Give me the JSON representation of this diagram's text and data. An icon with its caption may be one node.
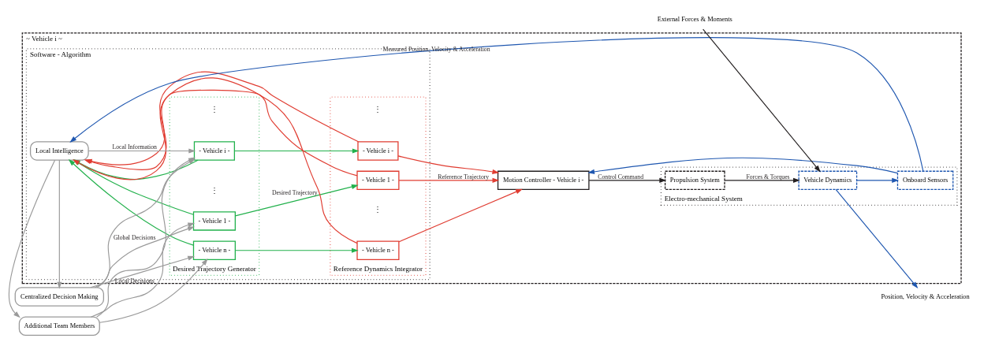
{
  "diagram": {
    "nodes": [
      {
        "text": [
          "~ Vehicle i ~"
        ]
      },
      {
        "text": [
          "Software - Algorithm"
        ],
        "in": 0
      },
      {
        "text": [
          "Desired Trajectory Generator"
        ],
        "in": 1
      },
      {
        "text": [
          "- Vehicle 1 -"
        ],
        "in": 2
      },
      {
        "text": [
          "- Vehicle i -"
        ],
        "in": 2
      },
      {
        "text": [
          "- Vehicle n -"
        ],
        "in": 2
      },
      {
        "text": [
          "Reference Dynamics Integrator"
        ],
        "in": 1
      },
      {
        "text": [
          "- Vehicle 1 -"
        ],
        "in": 6
      },
      {
        "text": [
          "- Vehicle i -"
        ],
        "in": 6
      },
      {
        "text": [
          "- Vehicle n -"
        ],
        "in": 6
      },
      {
        "text": [
          "Local Intelligence"
        ],
        "in": 1
      },
      {
        "text": [
          "Motion Controller - Vehicle i -"
        ],
        "in": 0
      },
      {
        "text": [
          "Electro-mechanical System"
        ],
        "in": 0
      },
      {
        "text": [
          "Propulsion System"
        ],
        "in": 12
      },
      {
        "text": [
          "Vehicle Dynamics"
        ],
        "in": 12
      },
      {
        "text": [
          "Onboard Sensors"
        ],
        "in": 12
      },
      {
        "text": [
          "Centralized Decision Making"
        ]
      },
      {
        "text": [
          "Additional Team Members"
        ]
      },
      {
        "text": [
          "External Forces & Moments"
        ]
      },
      {
        "text": [
          "Position, Velocity & Acceleration"
        ]
      }
    ],
    "edges": [
      {
        "from": 16,
        "to": 3,
        "arrow": "to",
        "label": "Global Decisions",
        "color": "#999999"
      },
      {
        "from": 16,
        "to": 4,
        "arrow": "to",
        "color": "#999999"
      },
      {
        "from": 16,
        "to": 5,
        "arrow": "to",
        "color": "#999999"
      },
      {
        "from": 17,
        "to": 3,
        "arrow": "to",
        "label": "Local Decisions",
        "color": "#999999"
      },
      {
        "from": 17,
        "to": 4,
        "arrow": "to",
        "color": "#999999"
      },
      {
        "from": 17,
        "to": 5,
        "arrow": "to",
        "color": "#999999"
      },
      {
        "from": 10,
        "to": 4,
        "arrow": "to",
        "label": "Local Information",
        "color": "#999999"
      },
      {
        "from": 10,
        "to": 16,
        "arrow": "to",
        "color": "#999999"
      },
      {
        "from": 10,
        "to": 17,
        "arrow": "to",
        "color": "#999999"
      },
      {
        "from": 3,
        "to": 7,
        "arrow": "to",
        "label": "Desired Trajectory",
        "color": "#22b14c"
      },
      {
        "from": 4,
        "to": 8,
        "arrow": "to",
        "color": "#22b14c"
      },
      {
        "from": 5,
        "to": 9,
        "arrow": "to",
        "color": "#22b14c"
      },
      {
        "from": 3,
        "to": 10,
        "arrow": "to",
        "color": "#22b14c"
      },
      {
        "from": 4,
        "to": 10,
        "arrow": "to",
        "color": "#22b14c"
      },
      {
        "from": 5,
        "to": 10,
        "arrow": "to",
        "color": "#22b14c"
      },
      {
        "from": 7,
        "to": 11,
        "arrow": "to",
        "label": "Reference Trajectory",
        "color": "#e03c31"
      },
      {
        "from": 8,
        "to": 11,
        "arrow": "to",
        "color": "#e03c31"
      },
      {
        "from": 9,
        "to": 11,
        "arrow": "to",
        "color": "#e03c31"
      },
      {
        "from": 7,
        "to": 10,
        "arrow": "to",
        "color": "#e03c31"
      },
      {
        "from": 8,
        "to": 10,
        "arrow": "to",
        "color": "#e03c31"
      },
      {
        "from": 9,
        "to": 10,
        "arrow": "to",
        "color": "#e03c31"
      },
      {
        "from": 11,
        "to": 13,
        "arrow": "to",
        "label": "Control Command",
        "color": "#231f20"
      },
      {
        "from": 13,
        "to": 14,
        "arrow": "to",
        "label": "Forces & Torques",
        "color": "#231f20"
      },
      {
        "from": 18,
        "to": 14,
        "arrow": "to",
        "color": "#231f20"
      },
      {
        "from": 14,
        "to": 19,
        "arrow": "to",
        "color": "#1f57b0"
      },
      {
        "from": 14,
        "to": 15,
        "arrow": "to",
        "color": "#1f57b0"
      },
      {
        "from": 15,
        "to": 11,
        "arrow": "to",
        "color": "#1f57b0"
      },
      {
        "from": 15,
        "to": 10,
        "arrow": "to",
        "label": "Measured Position, Velocity & Acceleration",
        "color": "#1f57b0"
      }
    ],
    "labels": [
      "⋮",
      "⋮",
      "⋮",
      "⋮"
    ]
  }
}
